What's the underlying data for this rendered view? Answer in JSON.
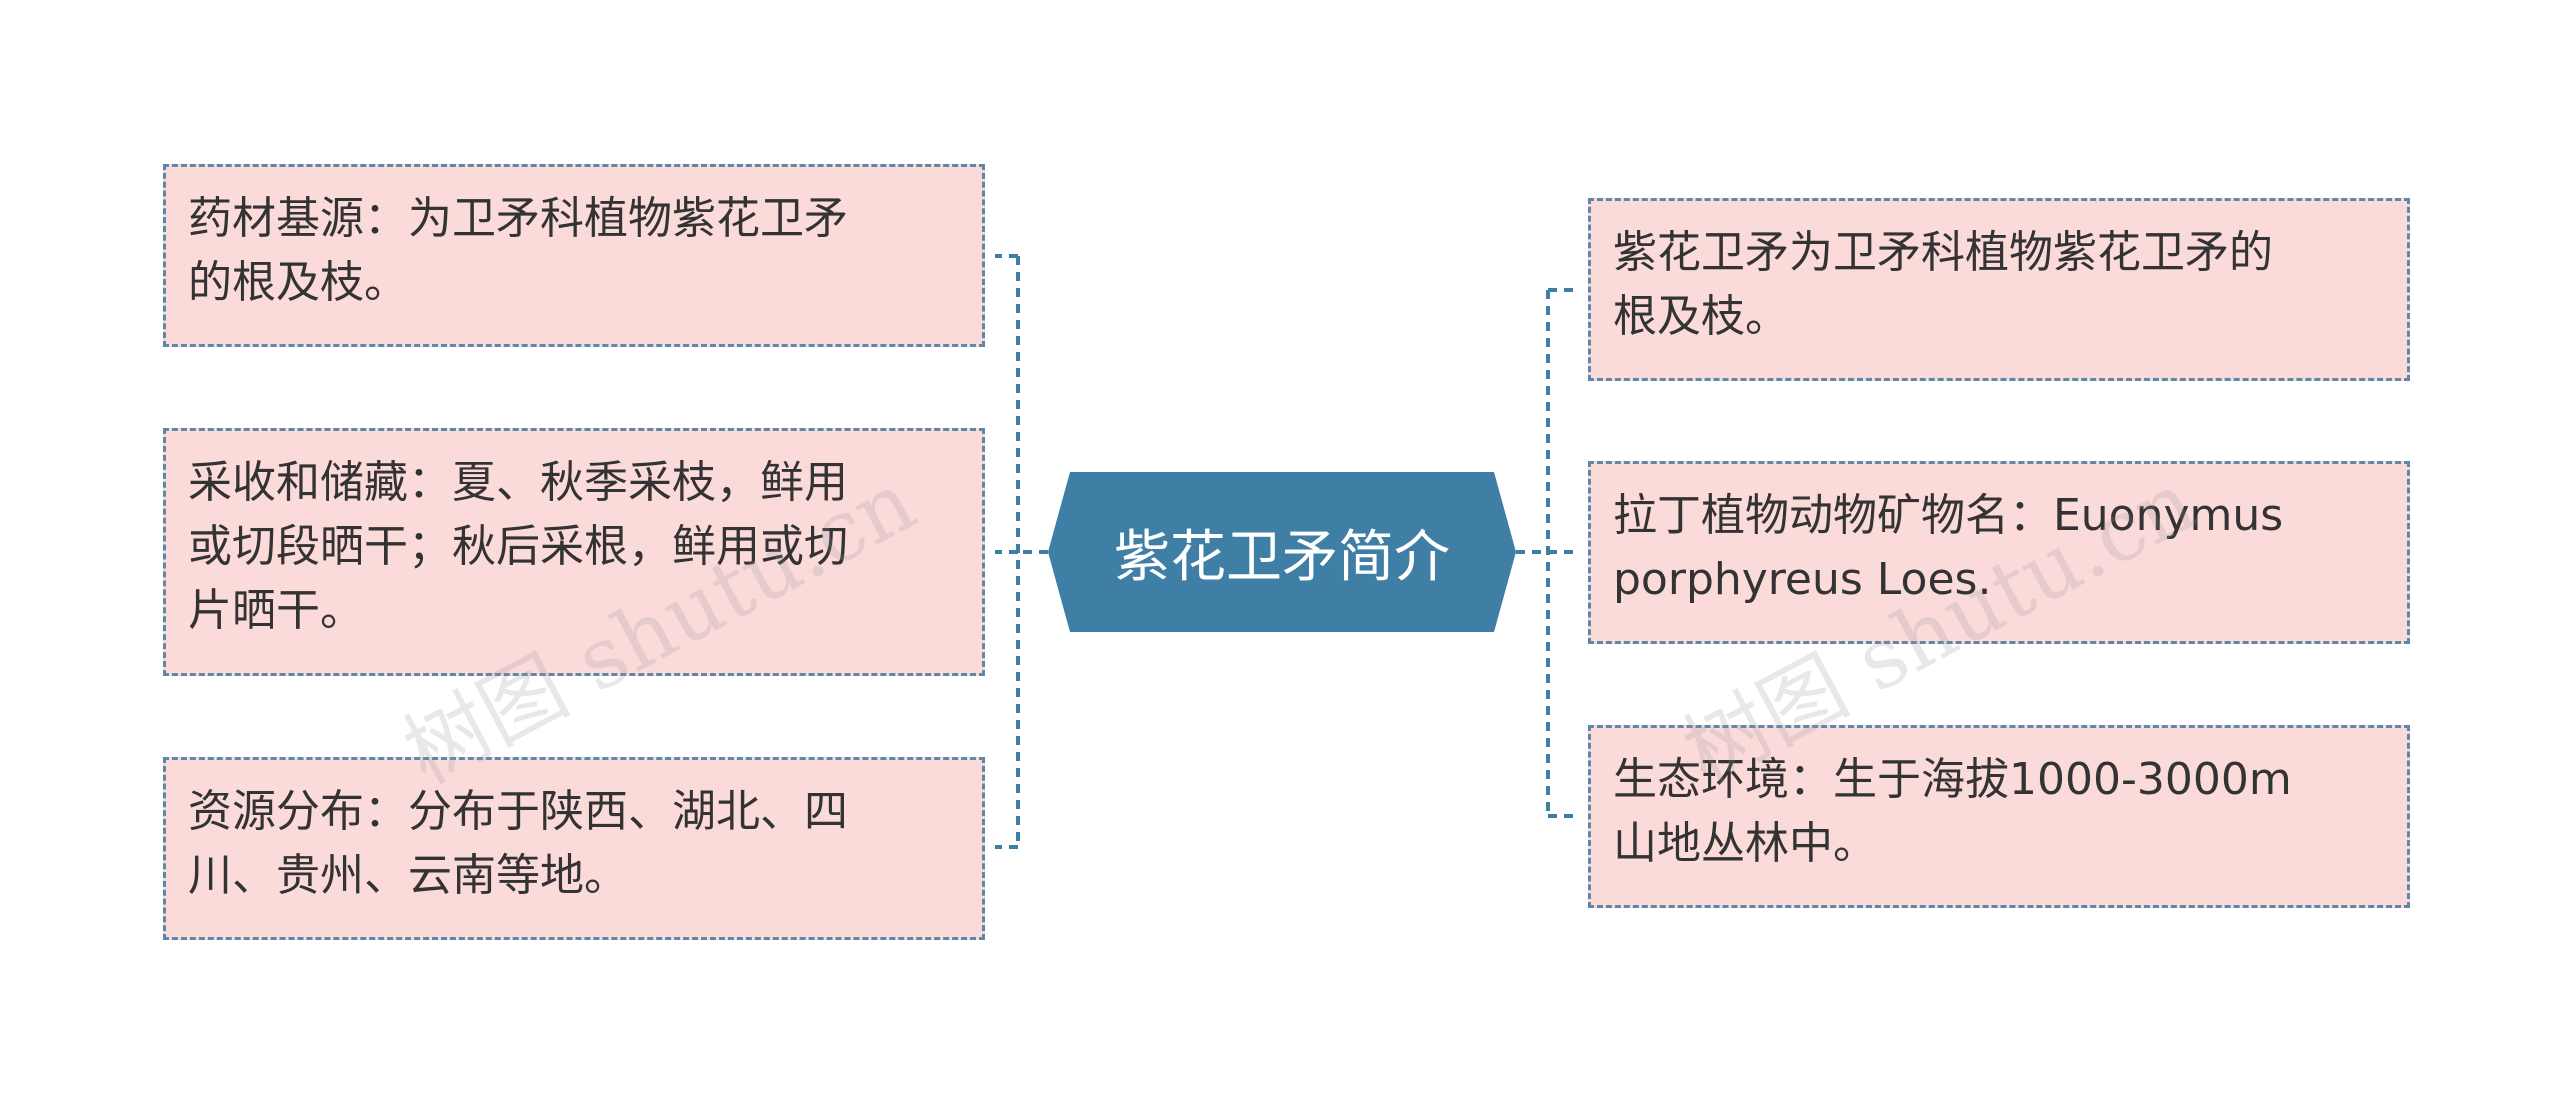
{
  "center": {
    "label": "紫花卫矛简介",
    "color": "#3f7fa6"
  },
  "left_nodes": [
    {
      "lines": [
        "药材基源：为卫矛科植物紫花卫矛",
        "的根及枝。"
      ]
    },
    {
      "lines": [
        "采收和储藏：夏、秋季采枝，鲜用",
        "或切段晒干；秋后采根，鲜用或切",
        "片晒干。"
      ]
    },
    {
      "lines": [
        "资源分布：分布于陕西、湖北、四",
        "川、贵州、云南等地。"
      ]
    }
  ],
  "right_nodes": [
    {
      "lines": [
        "紫花卫矛为卫矛科植物紫花卫矛的",
        "根及枝。"
      ]
    },
    {
      "lines": [
        "拉丁植物动物矿物名：Euonymus",
        "porphyreus Loes."
      ]
    },
    {
      "lines": [
        "生态环境：生于海拔1000-3000m",
        "山地丛林中。"
      ]
    }
  ],
  "watermark": "树图 shutu.cn",
  "colors": {
    "node_fill": "#fbdada",
    "node_border": "#5d89a6",
    "connector": "#3f7fa6",
    "text": "#333333"
  }
}
